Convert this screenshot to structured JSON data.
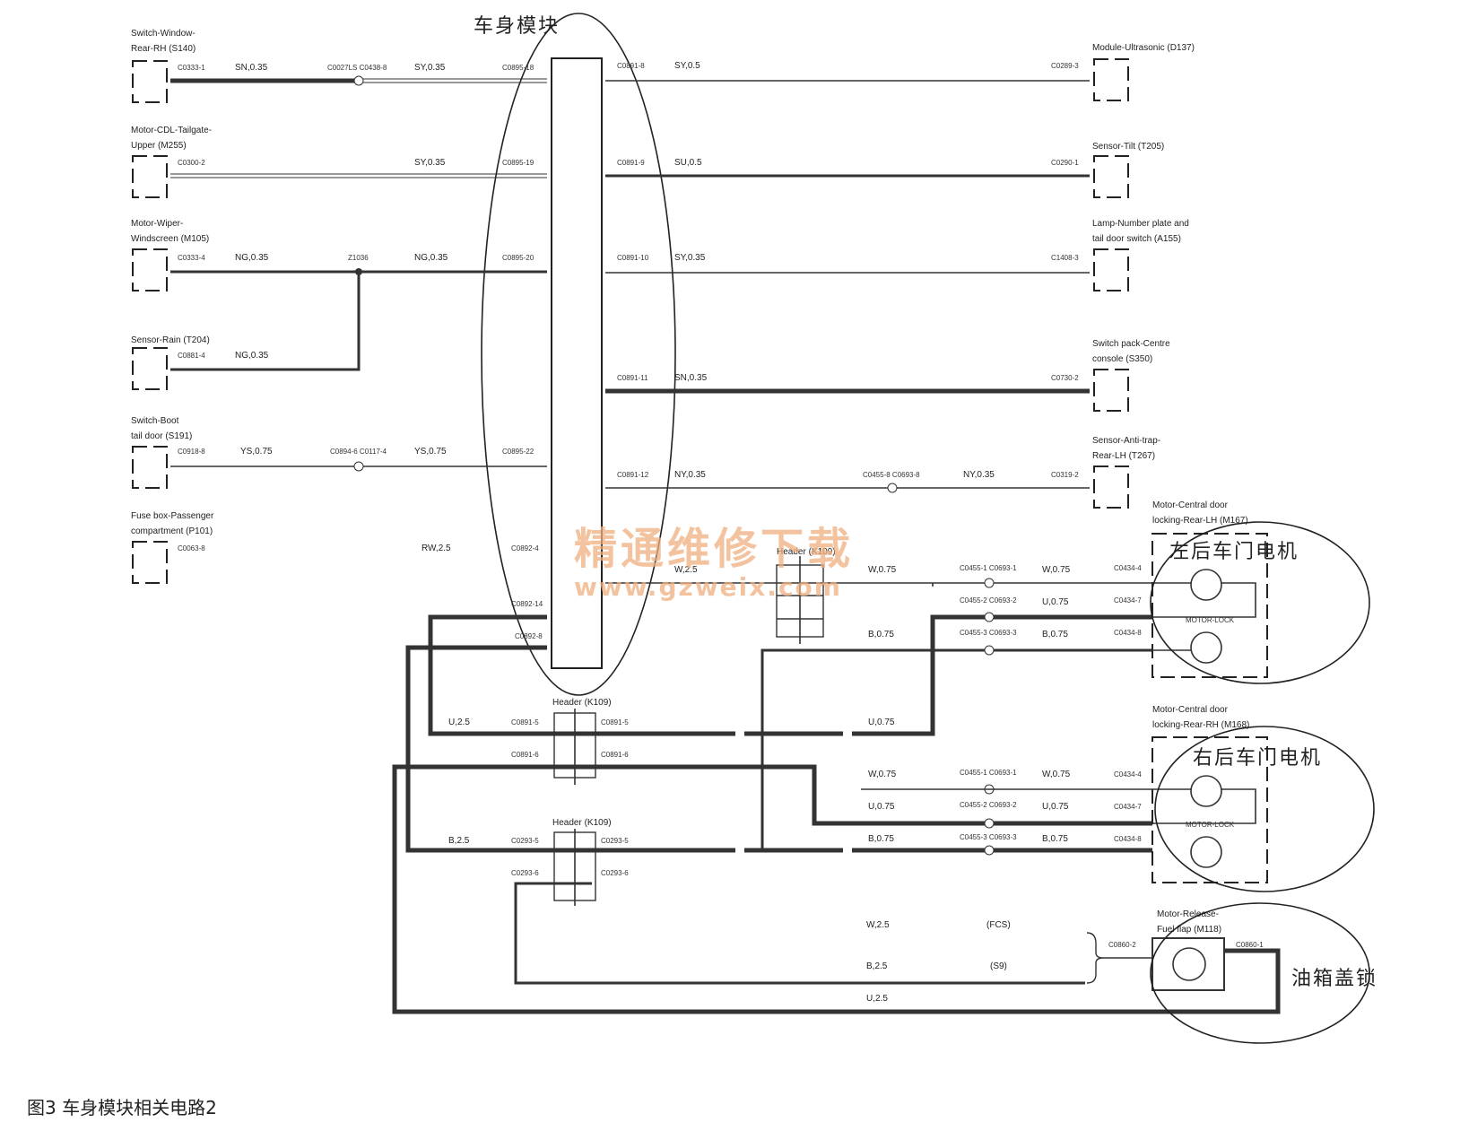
{
  "module_title": "车身模块",
  "caption": "图3   车身模块相关电路2",
  "watermark": {
    "text": "精通维修下载",
    "url": "www.gzweix.com"
  },
  "left_components": [
    {
      "name_line1": "Switch-Window-",
      "name_line2": "Rear-RH (S140)",
      "pin": "C0333-1",
      "wire": "SN,0.35",
      "splice": "C0027LS C0438-8",
      "wire2": "SY,0.35",
      "bcm_pin": "C0895-18"
    },
    {
      "name_line1": "Motor-CDL-Tailgate-",
      "name_line2": "Upper (M255)",
      "pin": "C0300-2",
      "wire": "SY,0.35",
      "bcm_pin": "C0895-19"
    },
    {
      "name_line1": "Motor-Wiper-",
      "name_line2": "Windscreen (M105)",
      "pin": "C0333-4",
      "wire": "NG,0.35",
      "splice": "Z1036",
      "wire2": "NG,0.35",
      "bcm_pin": "C0895-20"
    },
    {
      "name_line1": "Sensor-Rain (T204)",
      "name_line2": "",
      "pin": "C0881-4",
      "wire": "NG,0.35"
    },
    {
      "name_line1": "Switch-Boot",
      "name_line2": "tail door (S191)",
      "pin": "C0918-8",
      "wire": "YS,0.75",
      "splice": "C0894-6 C0117-4",
      "wire2": "YS,0.75",
      "bcm_pin": "C0895-22"
    },
    {
      "name_line1": "Fuse box-Passenger",
      "name_line2": "compartment (P101)",
      "pin": "C0063-8",
      "wire": "RW,2.5",
      "bcm_pin": "C0892-4"
    }
  ],
  "right_components": [
    {
      "name_line1": "Module-Ultrasonic (D137)",
      "name_line2": "",
      "bcm_pin": "C0891-8",
      "wire": "SY,0.5",
      "pin": "C0289-3"
    },
    {
      "name_line1": "Sensor-Tilt (T205)",
      "name_line2": "",
      "bcm_pin": "C0891-9",
      "wire": "SU,0.5",
      "pin": "C0290-1"
    },
    {
      "name_line1": "Lamp-Number plate and",
      "name_line2": "tail door switch (A155)",
      "bcm_pin": "C0891-10",
      "wire": "SY,0.35",
      "pin": "C1408-3"
    },
    {
      "name_line1": "Switch pack-Centre",
      "name_line2": "console (S350)",
      "bcm_pin": "C0891-11",
      "wire": "SN,0.35",
      "pin": "C0730-2"
    },
    {
      "name_line1": "Sensor-Anti-trap-",
      "name_line2": "Rear-LH (T267)",
      "bcm_pin": "C0891-12",
      "wire": "NY,0.35",
      "splice": "C0455-8 C0693-8",
      "wire2": "NY,0.35",
      "pin": "C0319-2"
    }
  ],
  "lower_section": {
    "bcm_pins": [
      "C0892-14",
      "C0892-8"
    ],
    "header_top": "Header (K109)",
    "header_mid": "Header (K109)",
    "header_low": "Header (K109)",
    "wires": {
      "w075": "W,0.75",
      "u075": "U,0.75",
      "b075": "B,0.75",
      "u25": "U,2.5",
      "b25": "B,2.5",
      "w25": "W,2.5",
      "u25b": "U,2.5",
      "b25b": "B,2.5",
      "w25_top": "W,2.5"
    },
    "splices": {
      "s1": "C0455-1 C0693-1",
      "s2": "C0455-2 C0693-2",
      "s3": "C0455-3 C0693-3"
    },
    "motor_lh": {
      "name_line1": "Motor-Central door",
      "name_line2": "locking-Rear-LH (M167)",
      "pins": [
        "C0434-4",
        "C0434-7",
        "C0434-8"
      ],
      "inner": "MOTOR-LOCK"
    },
    "motor_rh": {
      "name_line1": "Motor-Central door",
      "name_line2": "locking-Rear-RH (M168)",
      "pins": [
        "C0434-4",
        "C0434-7",
        "C0434-8"
      ],
      "inner": "MOTOR-LOCK"
    },
    "fuel": {
      "name_line1": "Motor-Release-",
      "name_line2": "Fuel flap (M118)",
      "pin_l": "C0860-2",
      "pin_r": "C0860-1",
      "tag_w": "(FCS)",
      "tag_b": "(S9)"
    },
    "header_pins": {
      "a": "C0891-5",
      "b": "C0891-6",
      "c": "C0293-5",
      "d": "C0293-6"
    }
  },
  "annotations": {
    "left_motor": "左后车门电机",
    "right_motor": "右后车门电机",
    "fuel_lock": "油箱盖锁"
  }
}
